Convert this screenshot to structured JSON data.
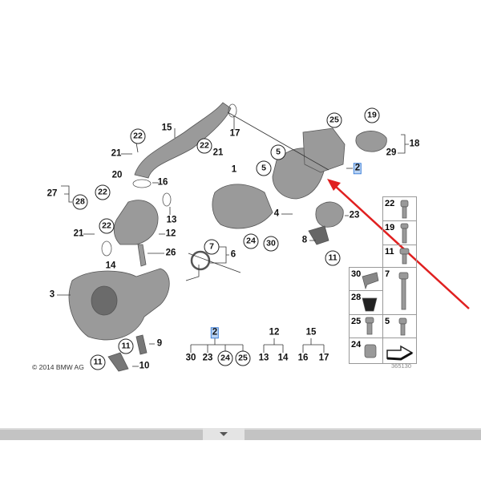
{
  "diagram": {
    "copyright": "© 2014 BMW AG",
    "part_number": "365130",
    "callouts": [
      {
        "text": "15",
        "style": "plain"
      },
      {
        "text": "22",
        "style": "circled"
      },
      {
        "text": "17",
        "style": "plain"
      },
      {
        "text": "22",
        "style": "circled"
      },
      {
        "text": "21",
        "style": "plain"
      },
      {
        "text": "21",
        "style": "plain"
      },
      {
        "text": "1",
        "style": "plain"
      },
      {
        "text": "20",
        "style": "plain"
      },
      {
        "text": "22",
        "style": "circled"
      },
      {
        "text": "27",
        "style": "plain"
      },
      {
        "text": "16",
        "style": "plain"
      },
      {
        "text": "28",
        "style": "circled"
      },
      {
        "text": "13",
        "style": "plain"
      },
      {
        "text": "22",
        "style": "circled"
      },
      {
        "text": "21",
        "style": "plain"
      },
      {
        "text": "12",
        "style": "plain"
      },
      {
        "text": "7",
        "style": "circled"
      },
      {
        "text": "6",
        "style": "plain"
      },
      {
        "text": "26",
        "style": "plain"
      },
      {
        "text": "14",
        "style": "plain"
      },
      {
        "text": "3",
        "style": "plain"
      },
      {
        "text": "2",
        "style": "highlighted"
      },
      {
        "text": "30",
        "style": "plain"
      },
      {
        "text": "23",
        "style": "plain"
      },
      {
        "text": "24",
        "style": "circled"
      },
      {
        "text": "25",
        "style": "circled"
      },
      {
        "text": "11",
        "style": "circled"
      },
      {
        "text": "9",
        "style": "plain"
      },
      {
        "text": "11",
        "style": "circled"
      },
      {
        "text": "10",
        "style": "plain"
      },
      {
        "text": "25",
        "style": "circled"
      },
      {
        "text": "19",
        "style": "circled"
      },
      {
        "text": "18",
        "style": "plain"
      },
      {
        "text": "29",
        "style": "plain"
      },
      {
        "text": "5",
        "style": "circled"
      },
      {
        "text": "5",
        "style": "circled"
      },
      {
        "text": "2",
        "style": "highlighted"
      },
      {
        "text": "4",
        "style": "plain"
      },
      {
        "text": "23",
        "style": "plain"
      },
      {
        "text": "24",
        "style": "circled"
      },
      {
        "text": "30",
        "style": "circled"
      },
      {
        "text": "8",
        "style": "plain"
      },
      {
        "text": "11",
        "style": "circled"
      },
      {
        "text": "12",
        "style": "plain"
      },
      {
        "text": "13",
        "style": "plain"
      },
      {
        "text": "14",
        "style": "plain"
      },
      {
        "text": "15",
        "style": "plain"
      },
      {
        "text": "16",
        "style": "plain"
      },
      {
        "text": "17",
        "style": "plain"
      }
    ],
    "hardware_table": [
      "22",
      "19",
      "11",
      "30",
      "28",
      "25",
      "24",
      "7",
      "5"
    ]
  },
  "colors": {
    "annotation_arrow": "#e02020",
    "highlight": "#b8d3f5"
  },
  "footer_toggle_icon": "chevron-down-icon"
}
